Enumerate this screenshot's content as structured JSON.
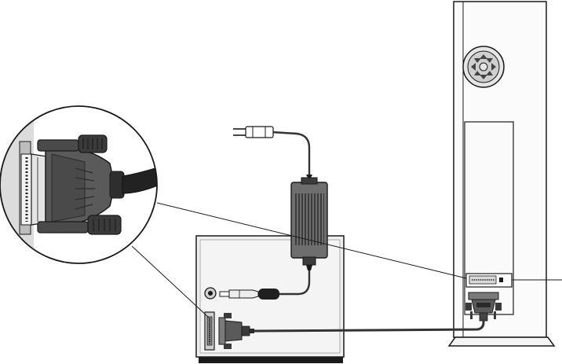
{
  "diagram": {
    "components": [
      {
        "id": "tower",
        "name": "computer-tower"
      },
      {
        "id": "fan",
        "name": "tower-fan-vent-icon"
      },
      {
        "id": "rear-panel",
        "name": "tower-rear-panel"
      },
      {
        "id": "parallel-port",
        "name": "tower-parallel-port"
      },
      {
        "id": "cable-plug",
        "name": "tower-cable-plug"
      },
      {
        "id": "device",
        "name": "peripheral-device"
      },
      {
        "id": "device-port",
        "name": "device-db25-port"
      },
      {
        "id": "device-plug",
        "name": "device-cable-plug"
      },
      {
        "id": "power-jack",
        "name": "device-power-jack"
      },
      {
        "id": "ac-adapter",
        "name": "ac-power-adapter"
      },
      {
        "id": "wall-plug",
        "name": "wall-plug-icon"
      },
      {
        "id": "magnifier",
        "name": "connector-magnifier-callout"
      }
    ],
    "colors": {
      "line": "#1a1a1a",
      "panel": "#f0f0f0",
      "panel_dark": "#d6d6d6",
      "adapter": "#6e6e6e",
      "adapter_dark": "#3c3c3c",
      "connector": "#5a5a5a",
      "cable": "#333333"
    }
  }
}
